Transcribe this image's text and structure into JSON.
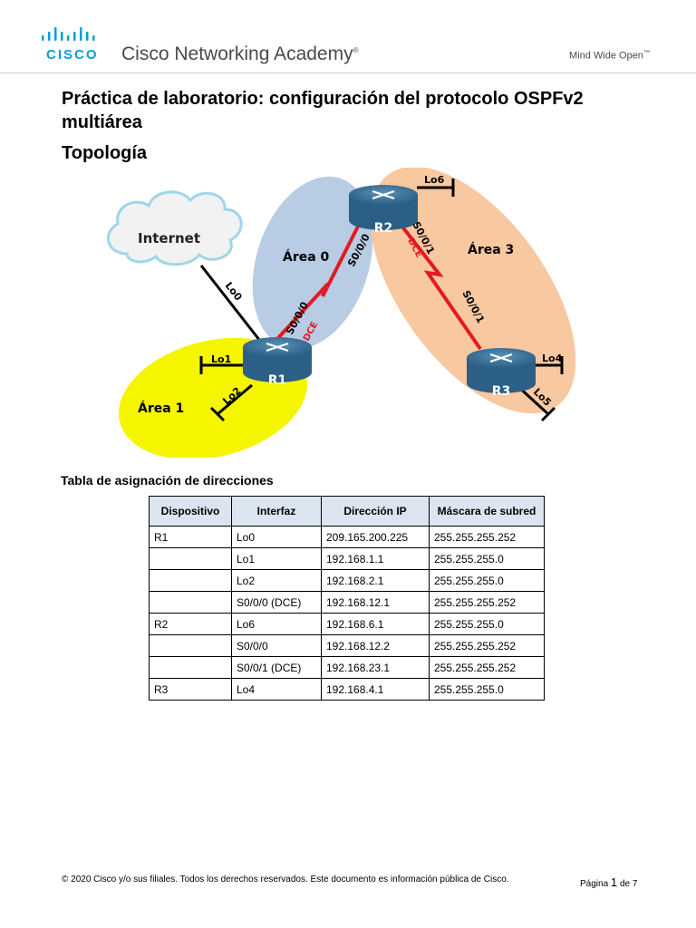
{
  "header": {
    "logo_text": "CISCO",
    "academy": "Cisco Networking Academy",
    "academy_mark": "®",
    "tagline": "Mind Wide Open",
    "tagline_mark": "™",
    "brand_color": "#049fd9"
  },
  "title": "Práctica de laboratorio: configuración del protocolo OSPFv2 multiárea",
  "topology_heading": "Topología",
  "topology": {
    "internet": "Internet",
    "routers": [
      "R1",
      "R2",
      "R3"
    ],
    "areas": [
      "Área 0",
      "Área 1",
      "Área 3"
    ],
    "area_colors": {
      "area0": "#b8cce4",
      "area1": "#f5f500",
      "area3": "#f8c8a0"
    },
    "link_color": "#e21a23",
    "labels": {
      "lo0": "Lo0",
      "lo1": "Lo1",
      "lo2": "Lo2",
      "lo4": "Lo4",
      "lo5": "Lo5",
      "lo6": "Lo6",
      "r1_s000": "S0/0/0",
      "r2_s000": "S0/0/0",
      "r2_s001": "S0/0/1",
      "r3_s001": "S0/0/1",
      "dce": "DCE"
    }
  },
  "table_heading": "Tabla de asignación de direcciones",
  "table": {
    "headers": [
      "Dispositivo",
      "Interfaz",
      "Dirección IP",
      "Máscara de subred"
    ],
    "rows": [
      [
        "R1",
        "Lo0",
        "209.165.200.225",
        "255.255.255.252"
      ],
      [
        "",
        "Lo1",
        "192.168.1.1",
        "255.255.255.0"
      ],
      [
        "",
        "Lo2",
        "192.168.2.1",
        "255.255.255.0"
      ],
      [
        "",
        "S0/0/0 (DCE)",
        "192.168.12.1",
        "255.255.255.252"
      ],
      [
        "R2",
        "Lo6",
        "192.168.6.1",
        "255.255.255.0"
      ],
      [
        "",
        "S0/0/0",
        "192.168.12.2",
        "255.255.255.252"
      ],
      [
        "",
        "S0/0/1 (DCE)",
        "192.168.23.1",
        "255.255.255.252"
      ],
      [
        "R3",
        "Lo4",
        "192.168.4.1",
        "255.255.255.0"
      ]
    ]
  },
  "footer": {
    "copyright": "© 2020 Cisco y/o sus filiales. Todos los derechos reservados. Este documento es información pública de Cisco.",
    "page_word": "Página",
    "page_num": "1",
    "page_of": "de",
    "page_total": "7"
  }
}
